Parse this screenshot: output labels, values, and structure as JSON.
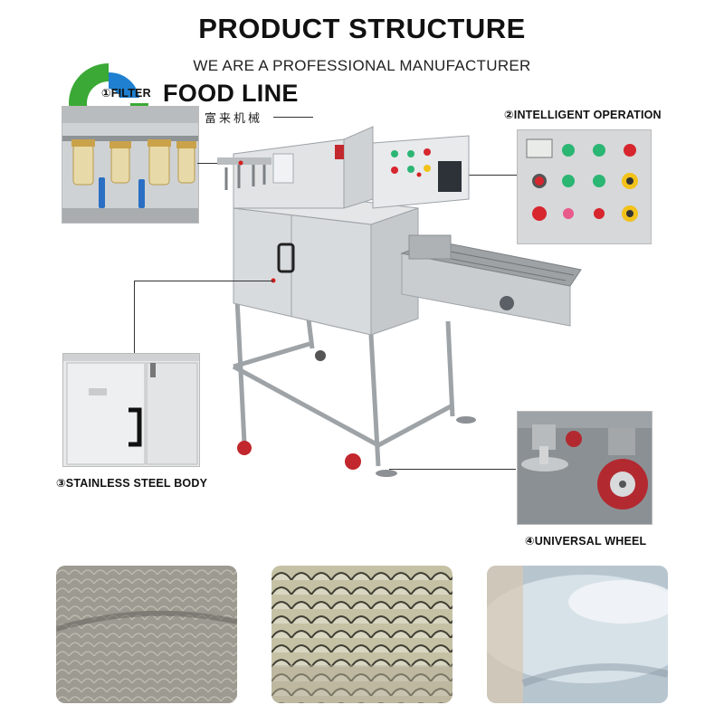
{
  "header": {
    "title": "PRODUCT STRUCTURE",
    "subtitle": "WE ARE A PROFESSIONAL MANUFACTURER"
  },
  "brand": {
    "name": "FOOD LINE",
    "name_cn": "富来机械",
    "colors": {
      "green": "#3aa935",
      "blue": "#1f7fd0"
    }
  },
  "callouts": {
    "filter": "①FILTER",
    "operation": "②INTELLIGENT OPERATION",
    "body": "③STAINLESS STEEL BODY",
    "wheel": "④UNIVERSAL WHEEL"
  },
  "photos": {
    "filter_photo": "filter-detail-photo",
    "operation_photo": "control-panel-photo",
    "body_photo": "stainless-door-photo",
    "wheel_photo": "caster-wheel-photo",
    "fish_samples": [
      "fish-skin-before",
      "fish-skin-scaled",
      "fish-skin-clean"
    ]
  }
}
